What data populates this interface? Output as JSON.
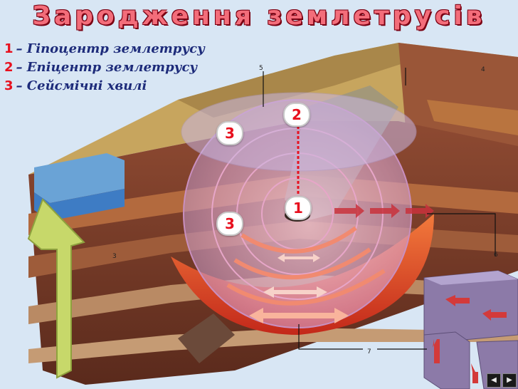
{
  "title": "Зародження землетрусів",
  "legend": [
    {
      "num": "1",
      "text": "– Гіпоцентр землетрусу"
    },
    {
      "num": "2",
      "text": "– Епіцентр землетрусу"
    },
    {
      "num": "3",
      "text": "– Сейсмічні хвилі"
    }
  ],
  "badges": {
    "hypocenter": "1",
    "epicenter": "2",
    "waves_upper": "3",
    "waves_lower": "3"
  },
  "figure_numbers": [
    "3",
    "4",
    "5",
    "6",
    "7"
  ],
  "colors": {
    "title": "#f36d7a",
    "title_outline": "#7a0012",
    "legend_text": "#1d2b7a",
    "accent_red": "#e8101e",
    "background": "#d8e6f4"
  },
  "navigation": {
    "prev_icon": "arrow-left-icon",
    "next_icon": "arrow-right-icon"
  }
}
